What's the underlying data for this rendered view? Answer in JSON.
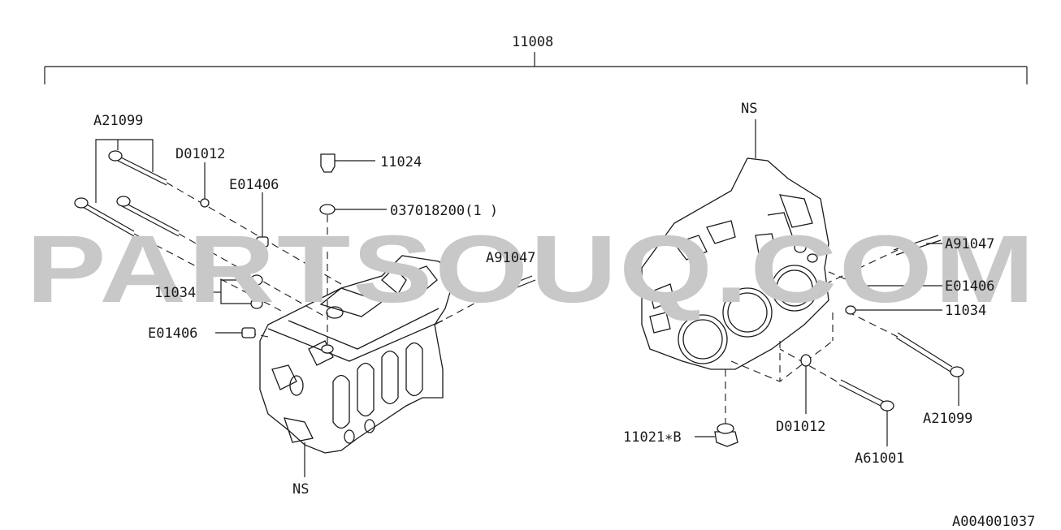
{
  "watermark": "PARTSOUQ.COM",
  "diagram_code": "A004001037",
  "assembly_label": "11008",
  "labels": {
    "a21099_left": "A21099",
    "d01012_left": "D01012",
    "e01406_left_top": "E01406",
    "part_11024": "11024",
    "part_037018200": "037018200(1  )",
    "a91047_left": "A91047",
    "part_11034_left": "11034",
    "e01406_left_bottom": "E01406",
    "ns_left": "NS",
    "ns_right": "NS",
    "a91047_right": "A91047",
    "e01406_right": "E01406",
    "part_11034_right": "11034",
    "a21099_right": "A21099",
    "d01012_right": "D01012",
    "a61001": "A61001",
    "part_11021b": "11021∗B"
  }
}
